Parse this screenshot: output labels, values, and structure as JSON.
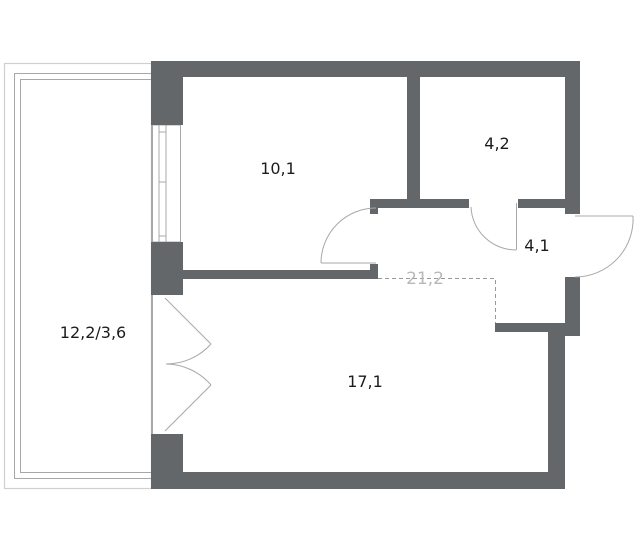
{
  "plan": {
    "wall_color": "#63676a",
    "rooms": [
      {
        "id": "room",
        "area": "10,1"
      },
      {
        "id": "bathroom",
        "area": "4,2"
      },
      {
        "id": "hall",
        "area": "4,1"
      },
      {
        "id": "total",
        "area": "21,2"
      },
      {
        "id": "balcony",
        "area": "12,2/3,6"
      },
      {
        "id": "kitchen-living",
        "area": "17,1"
      }
    ]
  }
}
